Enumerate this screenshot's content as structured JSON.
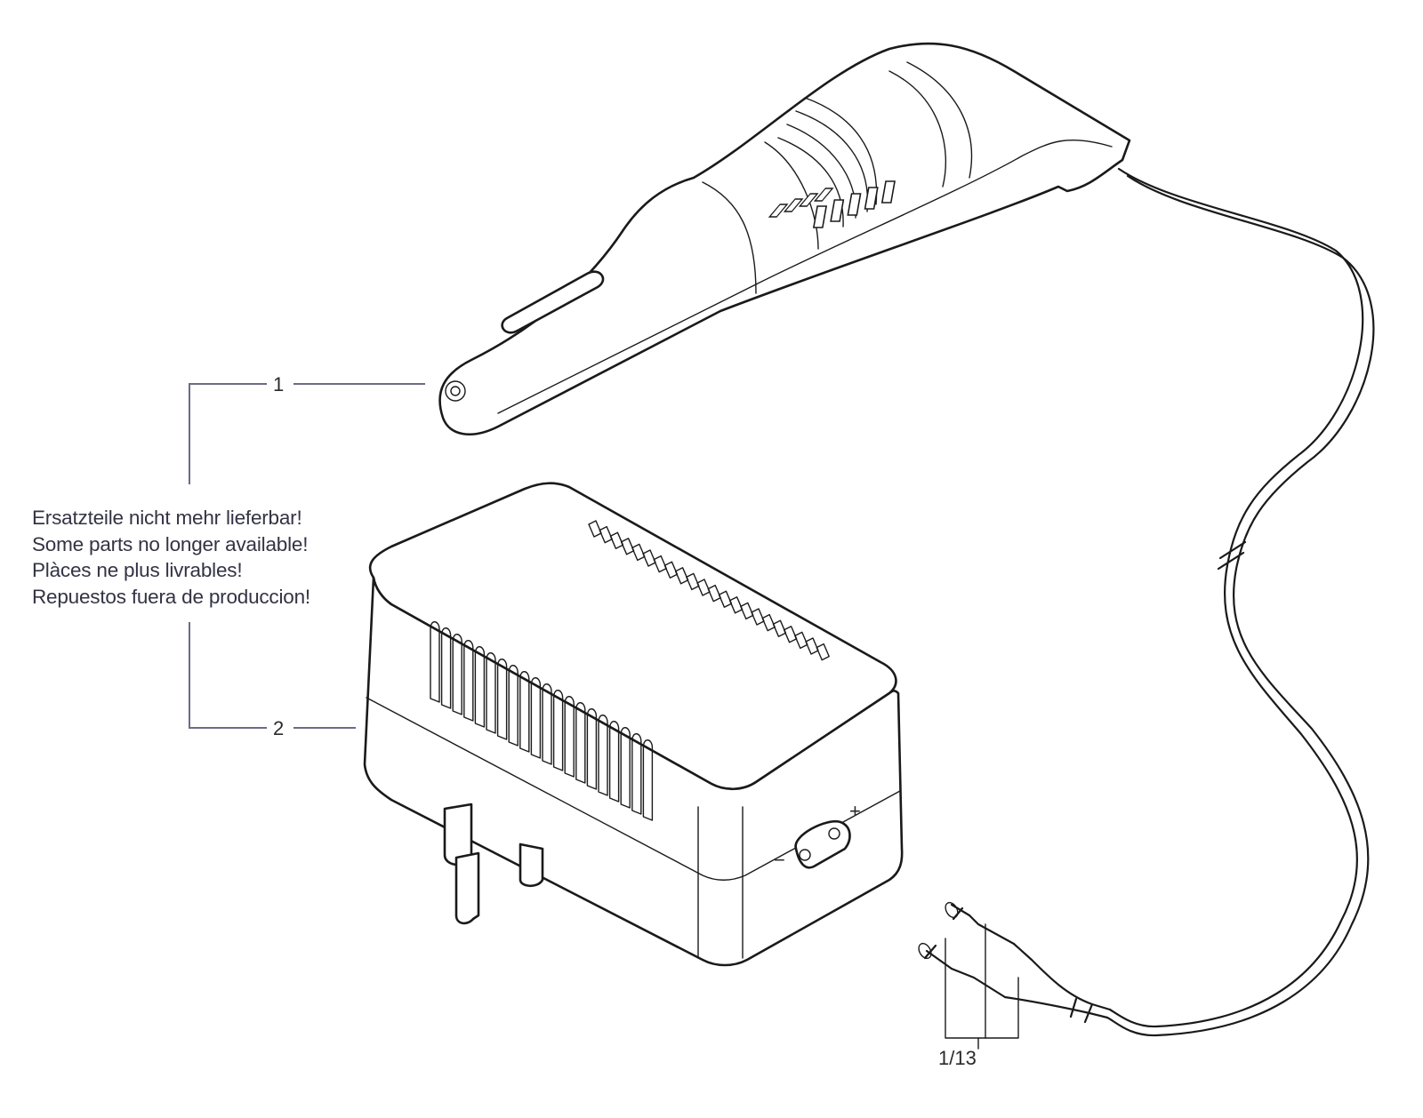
{
  "callouts": {
    "handpiece": "1",
    "adapter": "2",
    "plug": "1/13"
  },
  "notice": {
    "lines": [
      "Ersatzteile nicht mehr lieferbar!",
      "Some parts no longer available!",
      "Plàces ne plus livrables!",
      "Repuestos fuera de produccion!"
    ]
  },
  "polarity": {
    "minus": "−",
    "plus": "+"
  },
  "colors": {
    "ink": "#1a1a1a",
    "leader": "#6b6b88",
    "text": "#333344"
  }
}
